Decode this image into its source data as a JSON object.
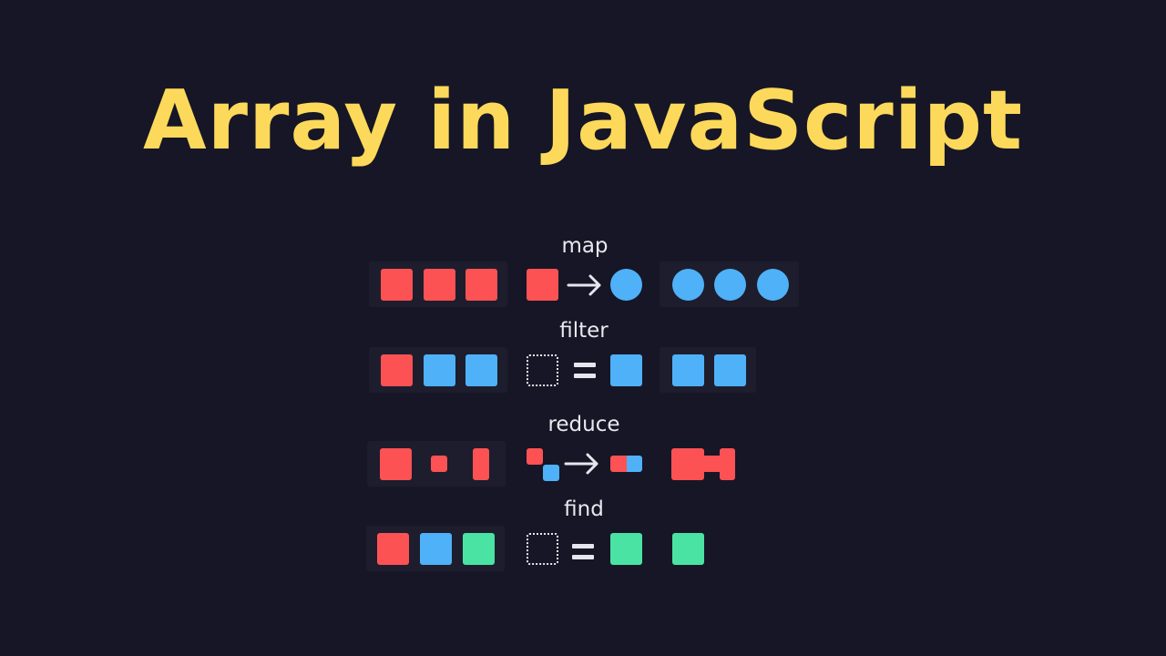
{
  "title": "Array in JavaScript",
  "colors": {
    "background": "#161626",
    "panel": "#1d1d2d",
    "title": "#fcd95a",
    "red": "#fc5254",
    "blue": "#4fb1f7",
    "green": "#4ae3a3",
    "text": "#e8e8ee"
  },
  "rows": [
    {
      "method": "map",
      "input": [
        "red-square",
        "red-square",
        "red-square"
      ],
      "operation": {
        "from": "red-square",
        "symbol": "arrow-right",
        "to": "blue-circle"
      },
      "output": [
        "blue-circle",
        "blue-circle",
        "blue-circle"
      ]
    },
    {
      "method": "filter",
      "input": [
        "red-square",
        "blue-square",
        "blue-square"
      ],
      "operation": {
        "from": "empty-dashed-square",
        "symbol": "equals",
        "to": "blue-square"
      },
      "output": [
        "blue-square",
        "blue-square"
      ]
    },
    {
      "method": "reduce",
      "input": [
        "red-large-square",
        "red-small-square",
        "red-tall-rect"
      ],
      "operation": {
        "from": "red-and-blue-small-squares",
        "symbol": "arrow-right",
        "to": "red-blue-joined"
      },
      "output": [
        "red-combined-shape"
      ]
    },
    {
      "method": "find",
      "input": [
        "red-square",
        "blue-square",
        "green-square"
      ],
      "operation": {
        "from": "empty-dashed-square",
        "symbol": "equals",
        "to": "green-square"
      },
      "output": [
        "green-square"
      ]
    }
  ]
}
